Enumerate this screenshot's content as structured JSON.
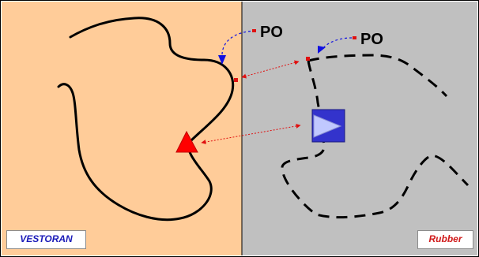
{
  "panels": {
    "left": {
      "label": "VESTORAN",
      "fill": "#ffcc99"
    },
    "right": {
      "label": "Rubber",
      "fill": "#c0c0c0"
    }
  },
  "annotations": {
    "po_left": "PO",
    "po_right": "PO"
  },
  "colors": {
    "outline": "#000000",
    "connector": "#e01010",
    "pointer": "#1010e0",
    "triangle_marker": "#ff0000",
    "square_marker": "#3333cc",
    "square_arrow": "#c0c8ff"
  }
}
